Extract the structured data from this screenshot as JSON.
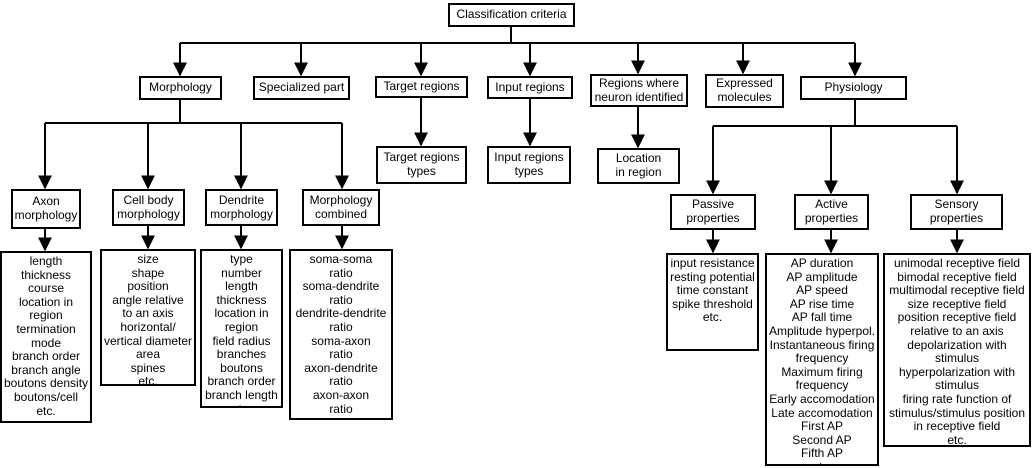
{
  "root": "Classification criteria",
  "categories": {
    "morphology": "Morphology",
    "specialized_part": "Specialized part",
    "target_regions": "Target regions",
    "input_regions": "Input regions",
    "regions_identified": "Regions where\nneuron identified",
    "expressed_molecules": "Expressed\nmolecules",
    "physiology": "Physiology"
  },
  "subcategories": {
    "axon_morphology": "Axon\nmorphology",
    "cell_body_morphology": "Cell body\nmorphology",
    "dendrite_morphology": "Dendrite\nmorphology",
    "morphology_combined": "Morphology\ncombined",
    "target_regions_types": "Target regions\ntypes",
    "input_regions_types": "Input regions\ntypes",
    "location_in_region": "Location\nin region",
    "passive_properties": "Passive\nproperties",
    "active_properties": "Active\nproperties",
    "sensory_properties": "Sensory\nproperties"
  },
  "lists": {
    "axon": "length\nthickness\ncourse\nlocation in\nregion\ntermination\nmode\nbranch order\nbranch angle\nboutons density\nboutons/cell\netc.",
    "cell_body": "size\nshape\nposition\nangle relative\nto an axis\nhorizontal/\nvertical diameter\narea\nspines\netc.",
    "dendrite": "type\nnumber\nlength\nthickness\nlocation in\nregion\nfield radius\nbranches\nboutons\nbranch order\nbranch length\netc.",
    "combined": "soma-soma\nratio\nsoma-dendrite\nratio\ndendrite-dendrite\nratio\nsoma-axon\nratio\naxon-dendrite\nratio\naxon-axon\nratio\netc.",
    "passive": "input resistance\nresting potential\ntime constant\nspike threshold\netc.",
    "active": "AP duration\nAP amplitude\nAP speed\nAP rise time\nAP fall time\nAmplitude hyperpol.\nInstantaneous firing\nfrequency\nMaximum firing\nfrequency\nEarly accomodation\nLate accomodation\nFirst AP\nSecond AP\nFifth AP\netc.",
    "sensory": "unimodal receptive field\nbimodal receptive field\nmultimodal receptive field\nsize receptive field\nposition receptive field\nrelative to an axis\ndepolarization with\nstimulus\nhyperpolarization with\nstimulus\nfiring rate function of\nstimulus/stimulus position\nin receptive field\netc."
  }
}
